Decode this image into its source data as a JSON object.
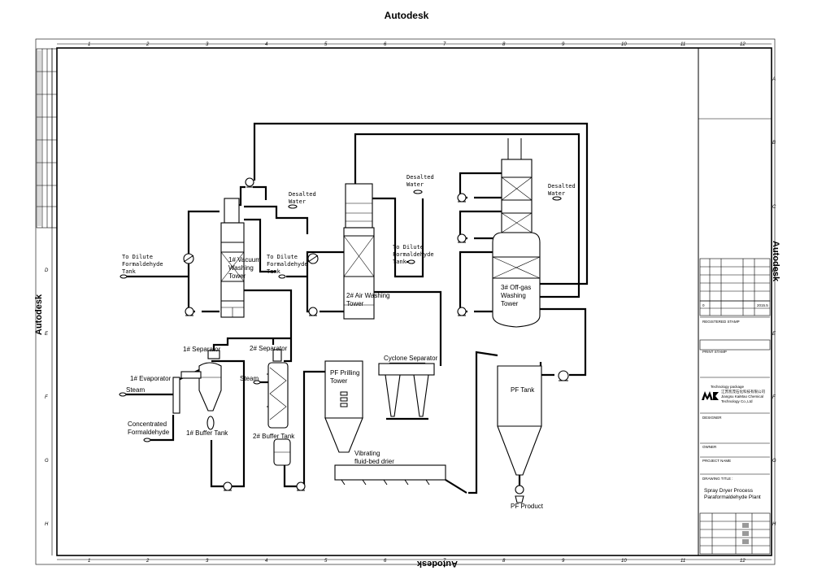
{
  "header": {
    "title": "Autodesk"
  },
  "frame": {
    "column_numbers": [
      "1",
      "2",
      "3",
      "4",
      "5",
      "6",
      "7",
      "8",
      "9",
      "10",
      "11",
      "12"
    ],
    "row_letters": [
      "A",
      "B",
      "C",
      "D",
      "E",
      "F",
      "G",
      "H"
    ],
    "left_watermark": "Autodesk",
    "right_watermark": "Autodesk",
    "bottom_watermark": "Autodesk"
  },
  "labels": {
    "vacuum_tower": [
      "1# Vacuum",
      "Washing",
      "Tower"
    ],
    "air_tower": [
      "2# Air Washing",
      "Tower"
    ],
    "offgas_tower": [
      "3# Off-gas",
      "Washing",
      "Tower"
    ],
    "dilute_1": [
      "To Dilute",
      "Formaldehyde",
      "Tank"
    ],
    "dilute_2": [
      "To Dilute",
      "Formaldehyde",
      "Tank"
    ],
    "dilute_3": [
      "To Dilute",
      "Formaldehyde",
      "Tank"
    ],
    "desalted_1": [
      "Desalted",
      "Water"
    ],
    "desalted_2": [
      "Desalted",
      "Water"
    ],
    "desalted_3": [
      "Desalted",
      "Water"
    ],
    "separator_1": "1# Separator",
    "separator_2": "2# Separator",
    "evaporator_1": "1# Evaporator",
    "steam_1": "Steam",
    "steam_2": "Steam",
    "conc_formaldehyde": [
      "Concentrated",
      "Formaldehyde"
    ],
    "buffer_tank_1": "1# Buffer Tank",
    "buffer_tank_2": "2# Buffer Tank",
    "prilling_tower": [
      "PF Prilling",
      "Tower"
    ],
    "cyclone": "Cyclone Separator",
    "vibrating_drier": [
      "Vibrating",
      "fluid-bed drier"
    ],
    "pf_tank": "PF Tank",
    "pf_product": "PF Product"
  },
  "title_block": {
    "zero": "0",
    "date": "2015.5",
    "registered_stamp": "REGISTERED STAMP",
    "print_stamp": "PRINT STAMP",
    "technology_package": "Technology package",
    "company_cn": "江苏凯茂石化科技有限公司",
    "company_en": [
      "Jiangsu KaiMao Chemical",
      "Technology Co.,Ltd"
    ],
    "designer": "DESIGNER",
    "owner": "OWNER",
    "project_name": "PROJECT NAME",
    "drawing_title_label": "DRAWING TITLE :",
    "drawing_title": [
      "Spray Dryer Process",
      "Paraformaldehyde Plant"
    ]
  }
}
